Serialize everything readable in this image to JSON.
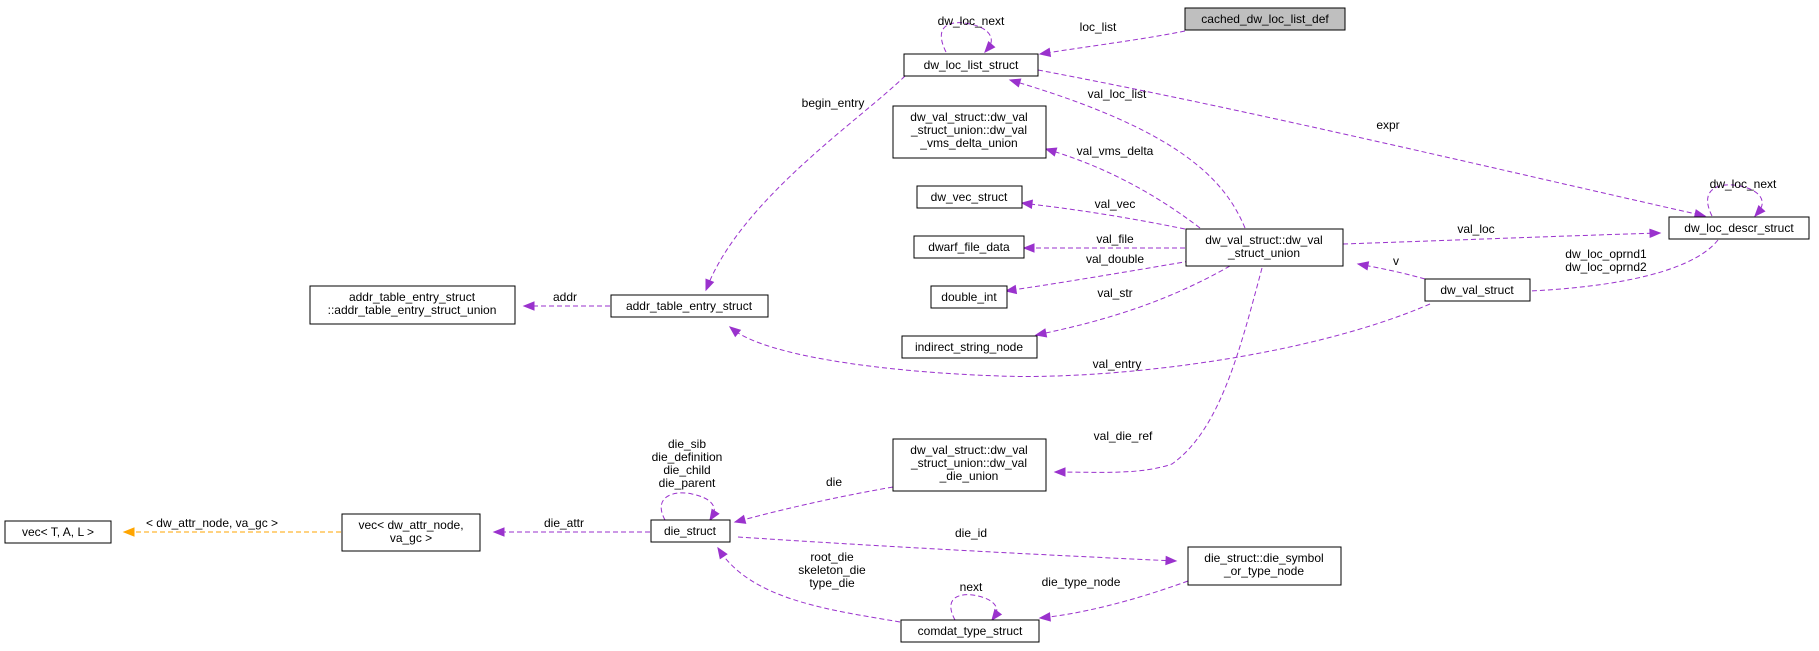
{
  "nodes": {
    "cached_def": [
      "cached_dw_loc_list_def"
    ],
    "loc_list_struct": [
      "dw_loc_list_struct"
    ],
    "vms_delta_union": [
      "dw_val_struct::dw_val",
      "_struct_union::dw_val",
      "_vms_delta_union"
    ],
    "vec_struct": [
      "dw_vec_struct"
    ],
    "dwarf_file_data": [
      "dwarf_file_data"
    ],
    "double_int": [
      "double_int"
    ],
    "indirect_string_node": [
      "indirect_string_node"
    ],
    "val_struct_union": [
      "dw_val_struct::dw_val",
      "_struct_union"
    ],
    "loc_descr_struct": [
      "dw_loc_descr_struct"
    ],
    "val_struct": [
      "dw_val_struct"
    ],
    "addr_union": [
      "addr_table_entry_struct",
      "::addr_table_entry_struct_union"
    ],
    "addr_entry": [
      "addr_table_entry_struct"
    ],
    "die_union": [
      "dw_val_struct::dw_val",
      "_struct_union::dw_val",
      "_die_union"
    ],
    "vec_tal": [
      "vec< T, A, L >"
    ],
    "vec_attr": [
      "vec< dw_attr_node,",
      "va_gc >"
    ],
    "die_struct": [
      "die_struct"
    ],
    "symbol_node": [
      "die_struct::die_symbol",
      "_or_type_node"
    ],
    "comdat": [
      "comdat_type_struct"
    ]
  },
  "edges": {
    "loc_list": [
      "loc_list"
    ],
    "dw_loc_next_list": [
      "dw_loc_next"
    ],
    "begin_entry": [
      "begin_entry"
    ],
    "val_loc_list": [
      "val_loc_list"
    ],
    "expr": [
      "expr"
    ],
    "val_vms_delta": [
      "val_vms_delta"
    ],
    "val_vec": [
      "val_vec"
    ],
    "val_file": [
      "val_file"
    ],
    "val_double": [
      "val_double"
    ],
    "val_str": [
      "val_str"
    ],
    "val_loc": [
      "val_loc"
    ],
    "dw_loc_next_descr": [
      "dw_loc_next"
    ],
    "oprnd": [
      "dw_loc_oprnd1",
      "dw_loc_oprnd2"
    ],
    "v": [
      "v"
    ],
    "addr": [
      "addr"
    ],
    "val_entry": [
      "val_entry"
    ],
    "val_die_ref": [
      "val_die_ref"
    ],
    "die": [
      "die"
    ],
    "die_self": [
      "die_sib",
      "die_definition",
      "die_child",
      "die_parent"
    ],
    "template_args": [
      "< dw_attr_node, va_gc >"
    ],
    "die_attr": [
      "die_attr"
    ],
    "die_id": [
      "die_id"
    ],
    "die_type_node": [
      "die_type_node"
    ],
    "next": [
      "next"
    ],
    "comdat_die": [
      "root_die",
      "skeleton_die",
      "type_die"
    ]
  },
  "colors": {
    "edge": "#9a32cd",
    "template_edge": "#ffa500",
    "highlight_fill": "#bfbfbf"
  }
}
